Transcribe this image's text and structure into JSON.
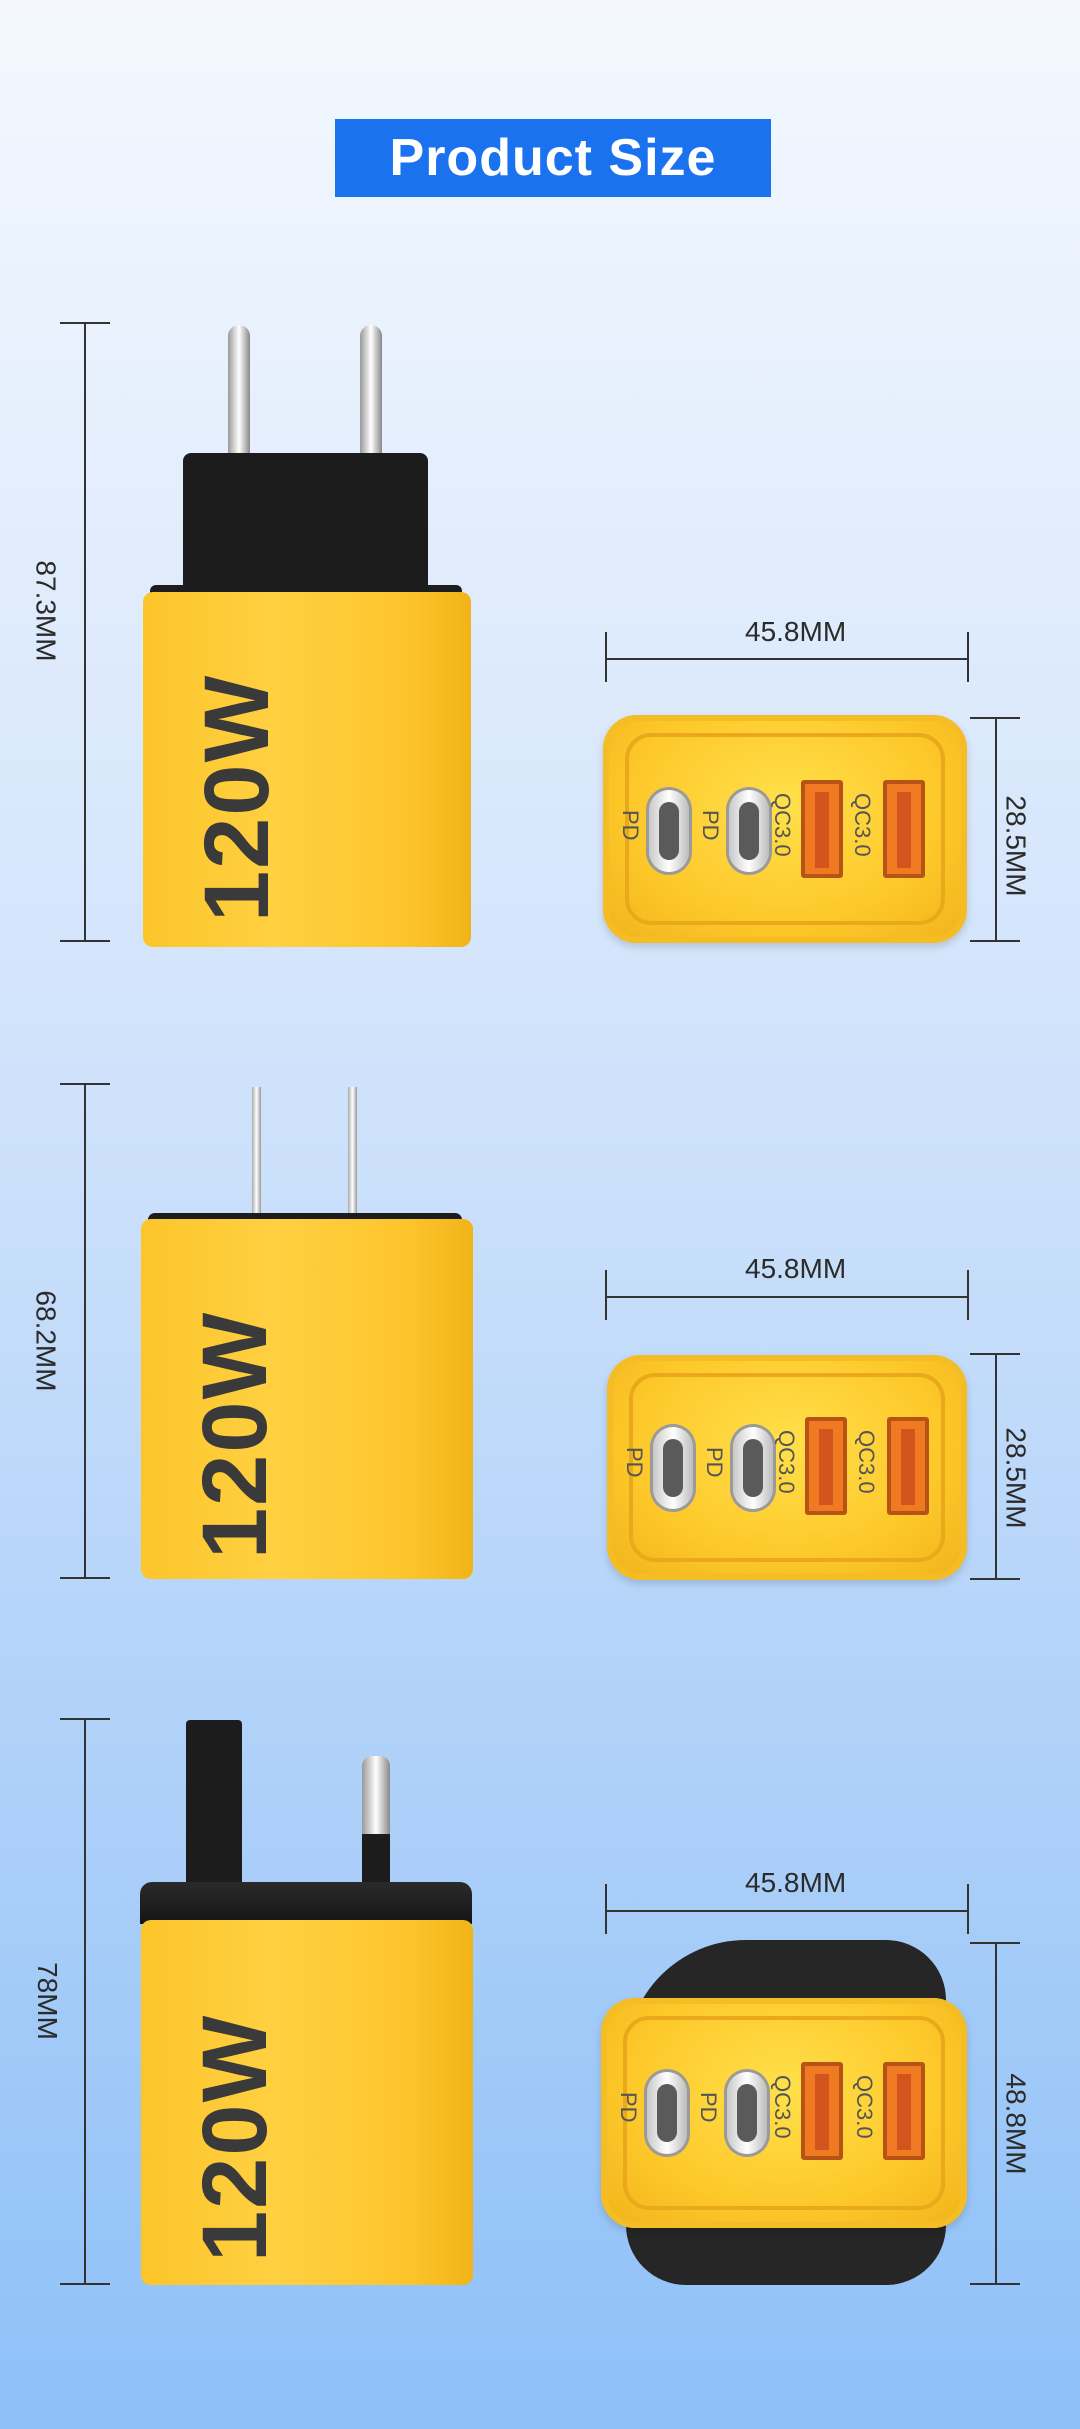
{
  "title": "Product Size",
  "w_label": "120W",
  "sections": [
    {
      "plug": "eu",
      "height_label": "87.3MM",
      "width_label": "45.8MM",
      "depth_label": "28.5MM"
    },
    {
      "plug": "us",
      "height_label": "68.2MM",
      "width_label": "45.8MM",
      "depth_label": "28.5MM"
    },
    {
      "plug": "uk",
      "height_label": "78MM",
      "width_label": "45.8MM",
      "depth_label": "48.8MM"
    }
  ],
  "ports": {
    "pd_label": "PD",
    "qc_label": "QC3.0"
  },
  "colors": {
    "accent": "#1b72ef",
    "body_yellow": "#ffd041",
    "plug_black": "#1c1c1c",
    "usb_a_orange": "#f07a22"
  }
}
